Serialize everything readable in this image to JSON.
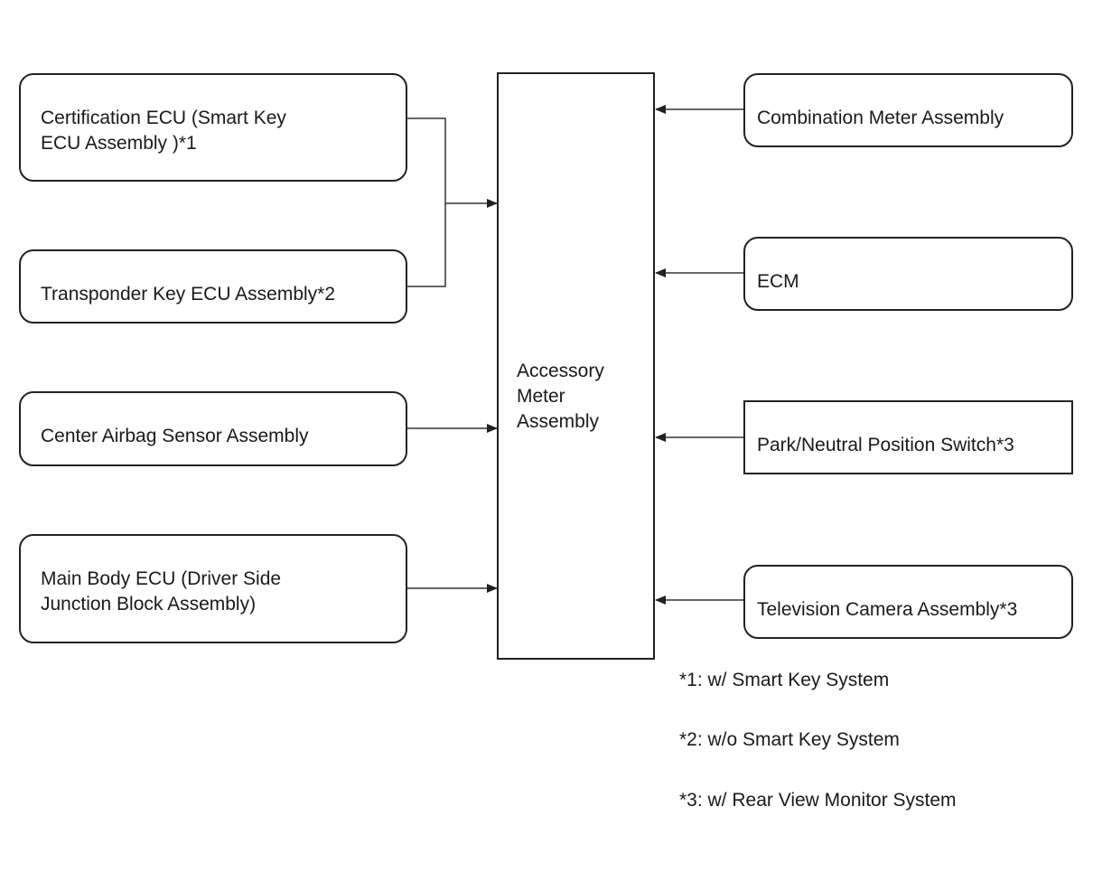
{
  "diagram": {
    "center": {
      "label": "Accessory\nMeter\nAssembly"
    },
    "left_inputs": [
      {
        "id": "certification-ecu",
        "label": "Certification ECU (Smart Key\nECU Assembly )*1"
      },
      {
        "id": "transponder-key-ecu",
        "label": "Transponder Key ECU Assembly*2"
      },
      {
        "id": "center-airbag-sensor",
        "label": "Center Airbag Sensor Assembly"
      },
      {
        "id": "main-body-ecu",
        "label": "Main Body ECU (Driver Side\nJunction Block Assembly)"
      }
    ],
    "right_inputs": [
      {
        "id": "combination-meter",
        "label": "Combination Meter Assembly"
      },
      {
        "id": "ecm",
        "label": "ECM"
      },
      {
        "id": "park-neutral-switch",
        "label": "Park/Neutral Position Switch*3"
      },
      {
        "id": "television-camera",
        "label": "Television Camera Assembly*3"
      }
    ],
    "notes": [
      "*1: w/ Smart Key System",
      "*2: w/o Smart Key System",
      "*3: w/ Rear View Monitor System"
    ]
  }
}
